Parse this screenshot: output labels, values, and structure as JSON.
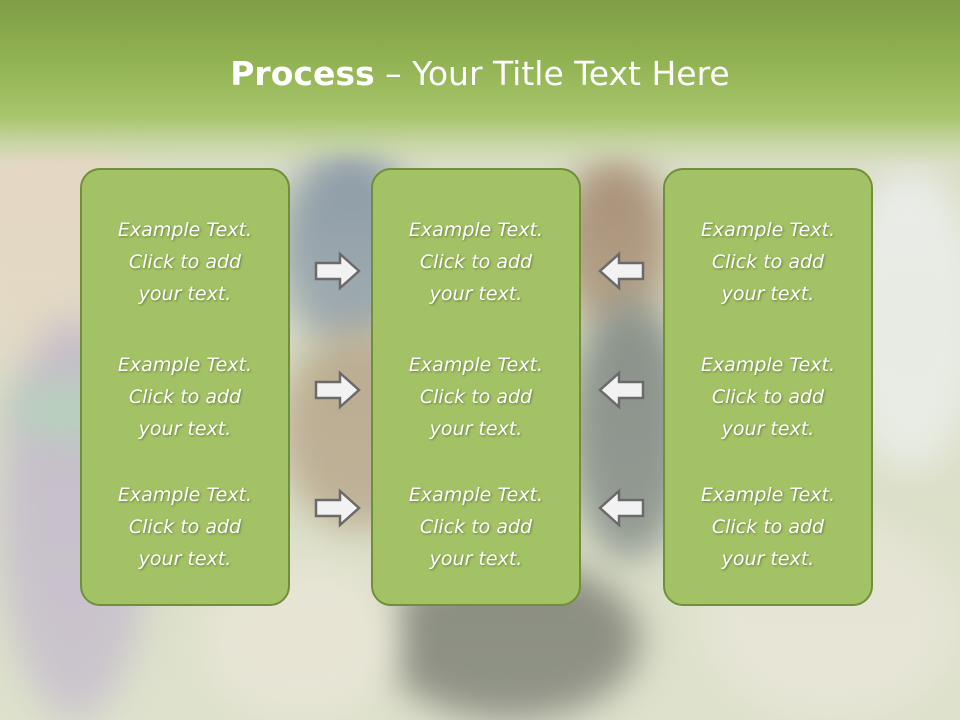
{
  "title": {
    "bold": "Process",
    "rest": " – Your Title Text Here"
  },
  "columns": [
    {
      "items": [
        {
          "line1": "Example Text.",
          "line2": "Click  to add",
          "line3": "your text."
        },
        {
          "line1": "Example Text.",
          "line2": "Click  to add",
          "line3": "your text."
        },
        {
          "line1": "Example Text.",
          "line2": "Click  to add",
          "line3": "your text."
        }
      ]
    },
    {
      "items": [
        {
          "line1": "Example Text.",
          "line2": "Click  to add",
          "line3": "your text."
        },
        {
          "line1": "Example Text.",
          "line2": "Click  to add",
          "line3": "your text."
        },
        {
          "line1": "Example Text.",
          "line2": "Click  to add",
          "line3": "your text."
        }
      ]
    },
    {
      "items": [
        {
          "line1": "Example Text.",
          "line2": "Click  to add",
          "line3": "your text."
        },
        {
          "line1": "Example Text.",
          "line2": "Click  to add",
          "line3": "your text."
        },
        {
          "line1": "Example Text.",
          "line2": "Click  to add",
          "line3": "your text."
        }
      ]
    }
  ],
  "arrows": {
    "left_group": "right-arrow-icon",
    "right_group": "left-arrow-icon"
  },
  "colors": {
    "header": "#93b454",
    "box_fill": "#a3c265",
    "box_border": "#6f8f3a"
  }
}
